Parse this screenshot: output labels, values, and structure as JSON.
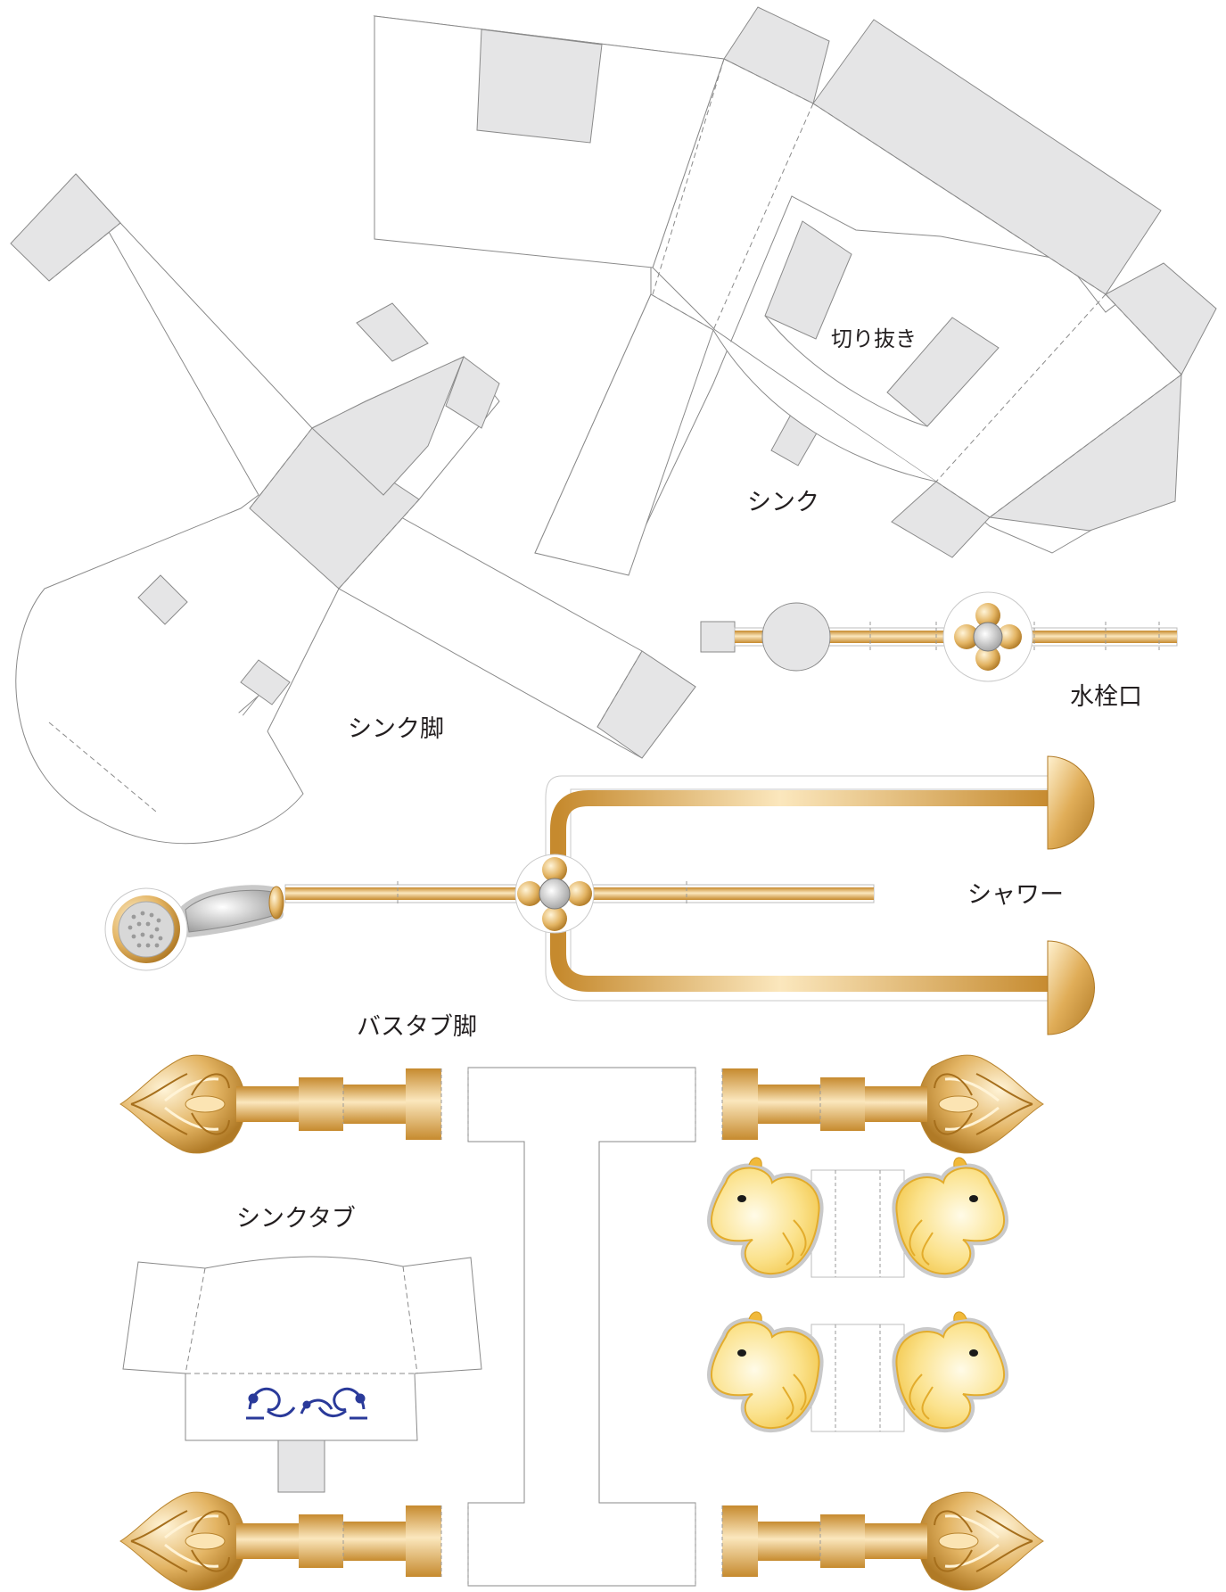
{
  "labels": {
    "cutout": "切り抜き",
    "sink": "シンク",
    "sink_leg": "シンク脚",
    "faucet": "水栓口",
    "shower": "シャワー",
    "bathtub_leg": "バスタブ脚",
    "sink_tub": "シンクタブ"
  },
  "colors": {
    "glue_tab": "#e5e5e6",
    "cut_line": "#8a8a8a",
    "gold": "#d6a04a",
    "gold_light": "#f7e2b5",
    "duck": "#f9d56a",
    "ornament_blue": "#2a3a9a",
    "text": "#231f20"
  },
  "icons": {
    "shower_head": "shower-head-icon",
    "duck": "duck-icon",
    "ornament": "blue-floral-ornament-icon",
    "claw_foot": "claw-foot-icon"
  }
}
